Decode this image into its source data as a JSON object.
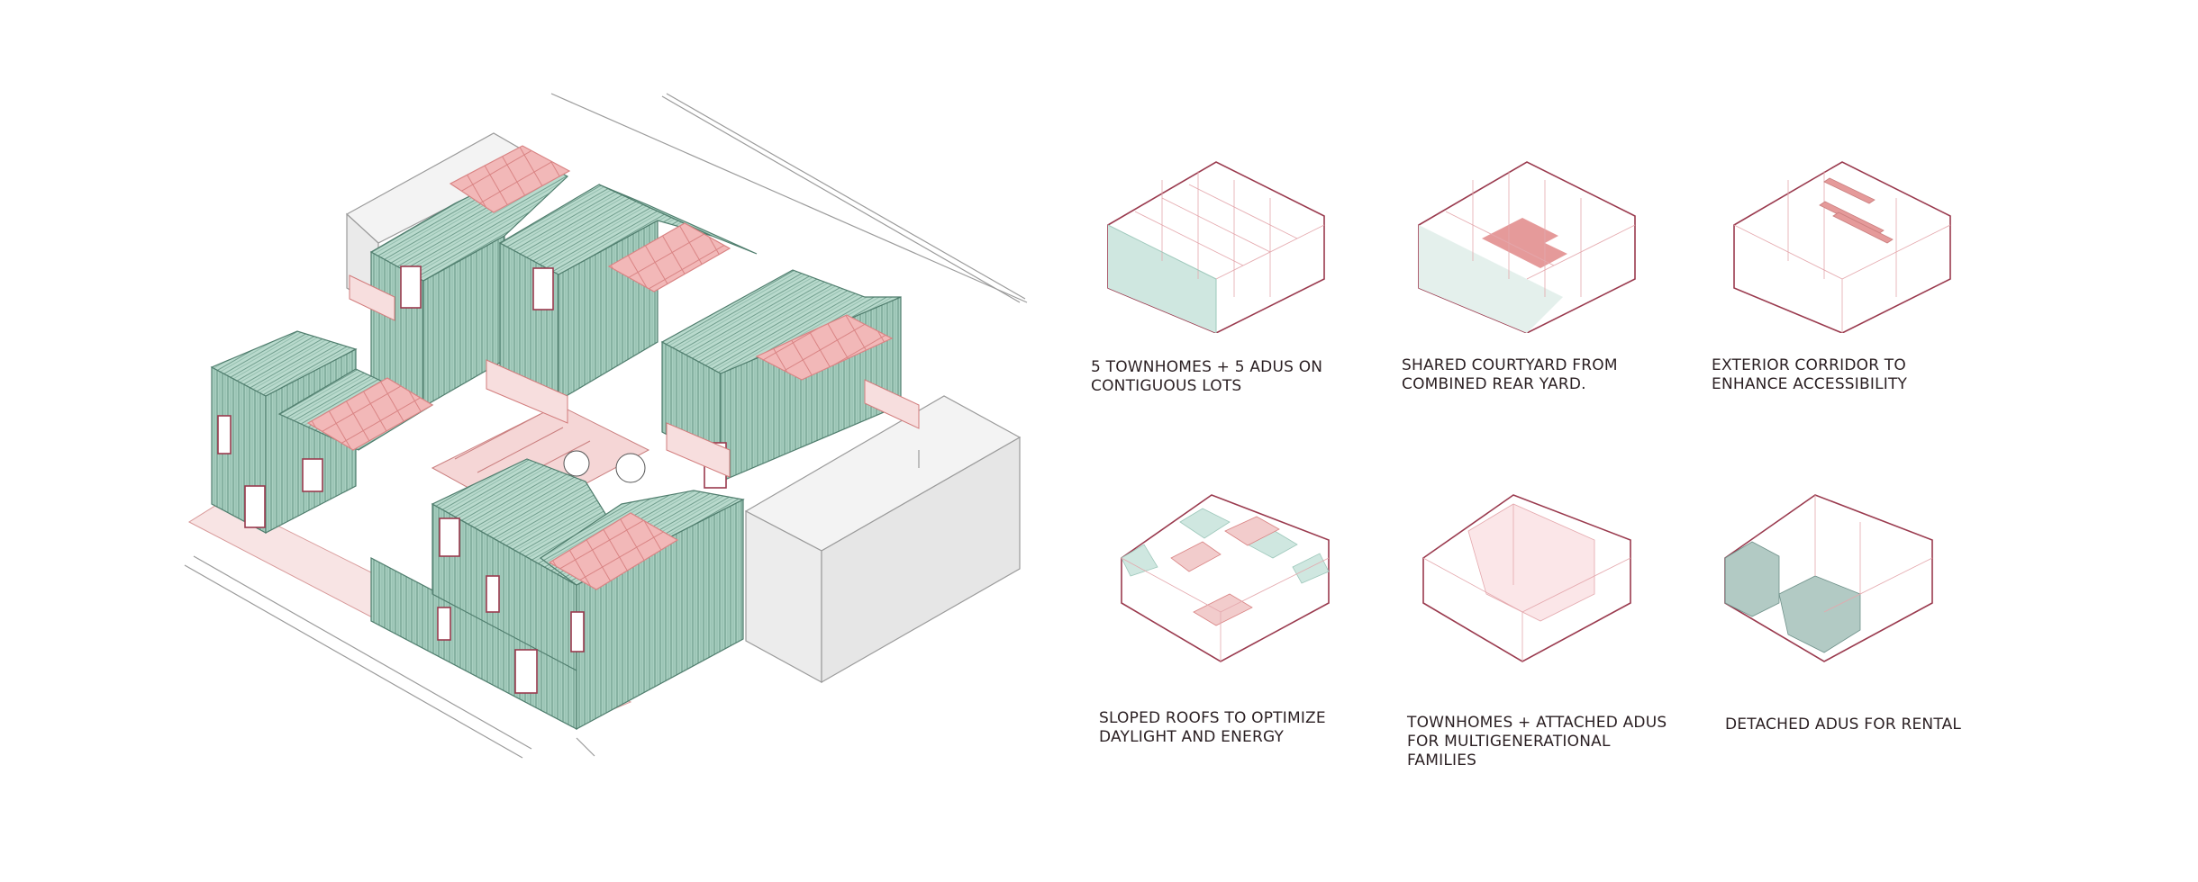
{
  "colors": {
    "cladding": "#a8cfc0",
    "cladding_line": "#5e8f7e",
    "solar": "#f2b8b8",
    "accent_outline": "#9a3a4e",
    "pink_detail": "#e59a9a",
    "neighbor_fill": "#eeeeee",
    "neighbor_line": "#9b9b9b",
    "mint_fill": "#cfe7e0",
    "dark_mint_fill": "#9fbdb5"
  },
  "diagrams": [
    {
      "id": "d1",
      "caption_lines": [
        "5 TOWNHOMES + 5 ADUS ON",
        "CONTIGUOUS LOTS"
      ]
    },
    {
      "id": "d2",
      "caption_lines": [
        "SHARED COURTYARD FROM",
        "COMBINED REAR YARD."
      ]
    },
    {
      "id": "d3",
      "caption_lines": [
        "EXTERIOR CORRIDOR TO",
        "ENHANCE ACCESSIBILITY"
      ]
    },
    {
      "id": "d4",
      "caption_lines": [
        "SLOPED ROOFS TO OPTIMIZE",
        "DAYLIGHT AND ENERGY"
      ]
    },
    {
      "id": "d5",
      "caption_lines": [
        "TOWNHOMES + ATTACHED ADUS",
        "FOR MULTIGENERATIONAL",
        "FAMILIES"
      ]
    },
    {
      "id": "d6",
      "caption_lines": [
        "DETACHED ADUS FOR RENTAL"
      ]
    }
  ]
}
